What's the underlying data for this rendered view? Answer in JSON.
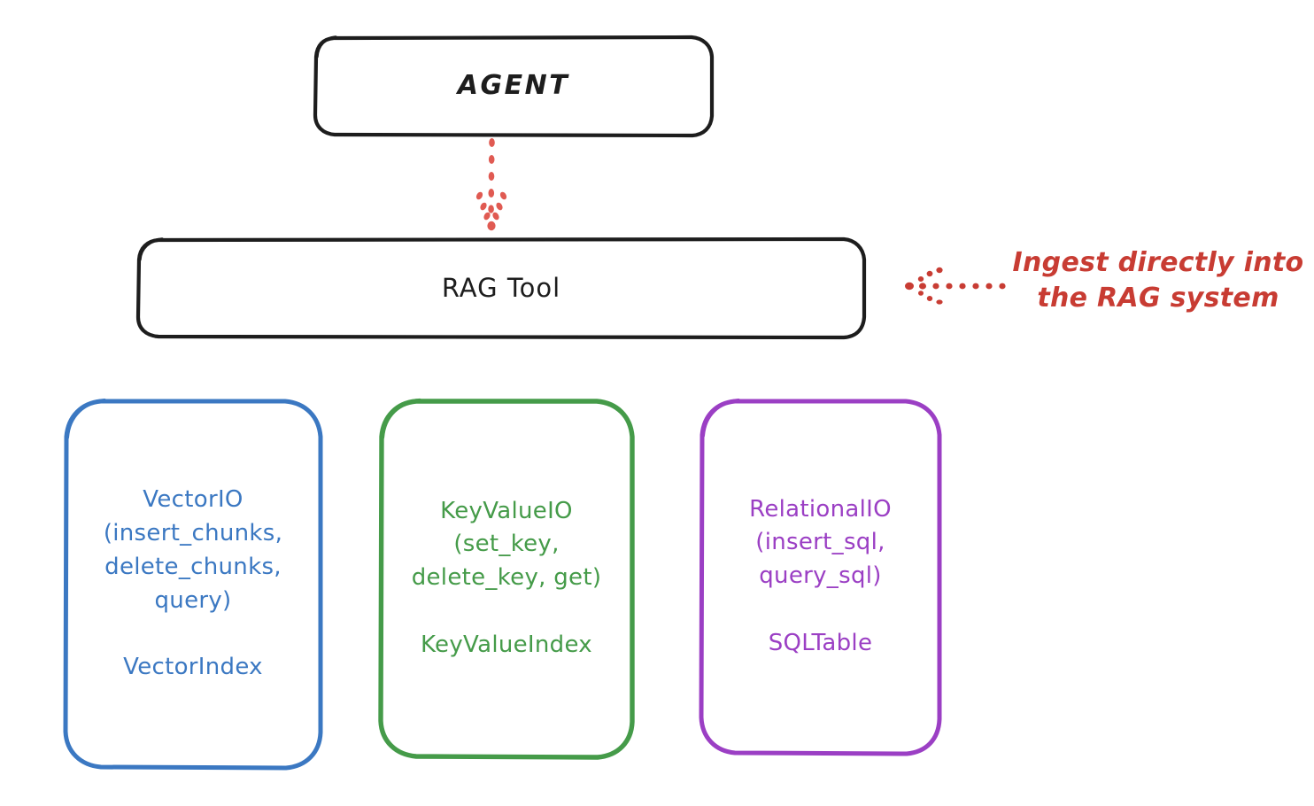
{
  "diagram": {
    "title": "RAG Tool storage abstraction diagram",
    "background": "#ffffff",
    "colors": {
      "stroke_black": "#1d1d1d",
      "blue": "#3b78c2",
      "green": "#459b49",
      "purple": "#9b3fc4",
      "red": "#c83c33"
    }
  },
  "nodes": {
    "agent": {
      "label": "AGENT",
      "color": "#1d1d1d",
      "shape": "rounded-rect"
    },
    "rag_tool": {
      "label": "RAG Tool",
      "color": "#1d1d1d",
      "shape": "rounded-rect"
    },
    "vector_io": {
      "label": "VectorIO\n(insert_chunks,\ndelete_chunks,\nquery)\n\nVectorIndex",
      "interface": "VectorIO",
      "methods": [
        "insert_chunks",
        "delete_chunks",
        "query"
      ],
      "index": "VectorIndex",
      "color": "#3b78c2",
      "shape": "rounded-rect"
    },
    "key_value_io": {
      "label": "KeyValueIO\n(set_key,\ndelete_key, get)\n\nKeyValueIndex",
      "interface": "KeyValueIO",
      "methods": [
        "set_key",
        "delete_key",
        "get"
      ],
      "index": "KeyValueIndex",
      "color": "#459b49",
      "shape": "rounded-rect"
    },
    "relational_io": {
      "label": "RelationalIO\n(insert_sql,\nquery_sql)\n\nSQLTable",
      "interface": "RelationalIO",
      "methods": [
        "insert_sql",
        "query_sql"
      ],
      "index": "SQLTable",
      "color": "#9b3fc4",
      "shape": "rounded-rect"
    }
  },
  "edges": {
    "agent_to_rag": {
      "from": "agent",
      "to": "rag_tool",
      "style": "dotted",
      "color": "#e05a52",
      "arrow": "down"
    },
    "ingest_annotation": {
      "style": "dotted",
      "color": "#c83c33",
      "arrow": "left",
      "points_to": "rag_tool"
    }
  },
  "annotations": {
    "ingest": {
      "text": "Ingest directly into\nthe RAG system",
      "color": "#c83c33"
    }
  }
}
